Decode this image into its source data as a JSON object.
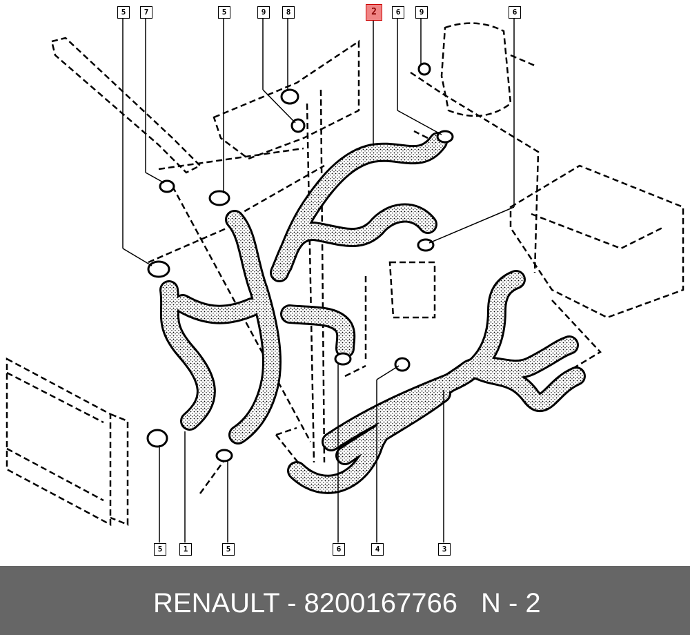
{
  "diagram": {
    "callouts": [
      {
        "label": "5",
        "highlight": false
      },
      {
        "label": "7",
        "highlight": false
      },
      {
        "label": "5",
        "highlight": false
      },
      {
        "label": "9",
        "highlight": false
      },
      {
        "label": "8",
        "highlight": false
      },
      {
        "label": "2",
        "highlight": true
      },
      {
        "label": "6",
        "highlight": false
      },
      {
        "label": "9",
        "highlight": false
      },
      {
        "label": "6",
        "highlight": false
      },
      {
        "label": "5",
        "highlight": false
      },
      {
        "label": "1",
        "highlight": false
      },
      {
        "label": "5",
        "highlight": false
      },
      {
        "label": "6",
        "highlight": false
      },
      {
        "label": "4",
        "highlight": false
      },
      {
        "label": "3",
        "highlight": false
      }
    ],
    "highlight_color": "#f08585"
  },
  "footer": {
    "part_text": "RENAULT - 8200167766",
    "ref_text": "N - 2",
    "background": "#666666"
  }
}
